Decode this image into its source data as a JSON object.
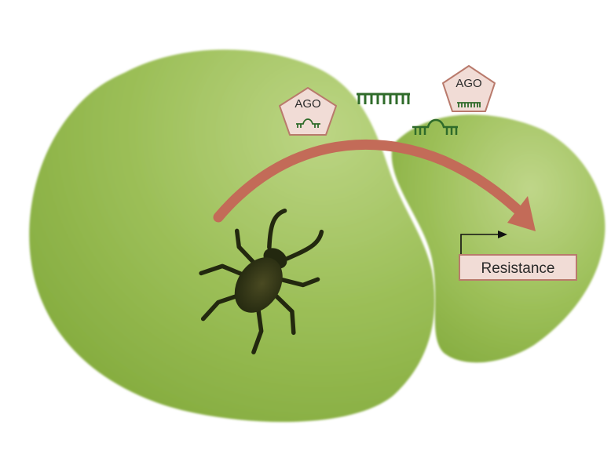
{
  "labels": {
    "ago_left": "AGO",
    "ago_right": "AGO",
    "resistance": "Resistance"
  },
  "icons": {
    "insect": "insect-icon",
    "arrow": "curved-arrow-icon",
    "promoter": "promoter-arrow-icon"
  },
  "colors": {
    "cell": "#8db54a",
    "cell_highlight": "#bcd584",
    "arrow": "#c36b58",
    "ago_fill": "#f1dcd6",
    "ago_stroke": "#b97a6c",
    "rna": "#2f6b2a",
    "box_fill": "#f1dcd6",
    "box_stroke": "#b97a6c",
    "insect": "#2d3317"
  }
}
